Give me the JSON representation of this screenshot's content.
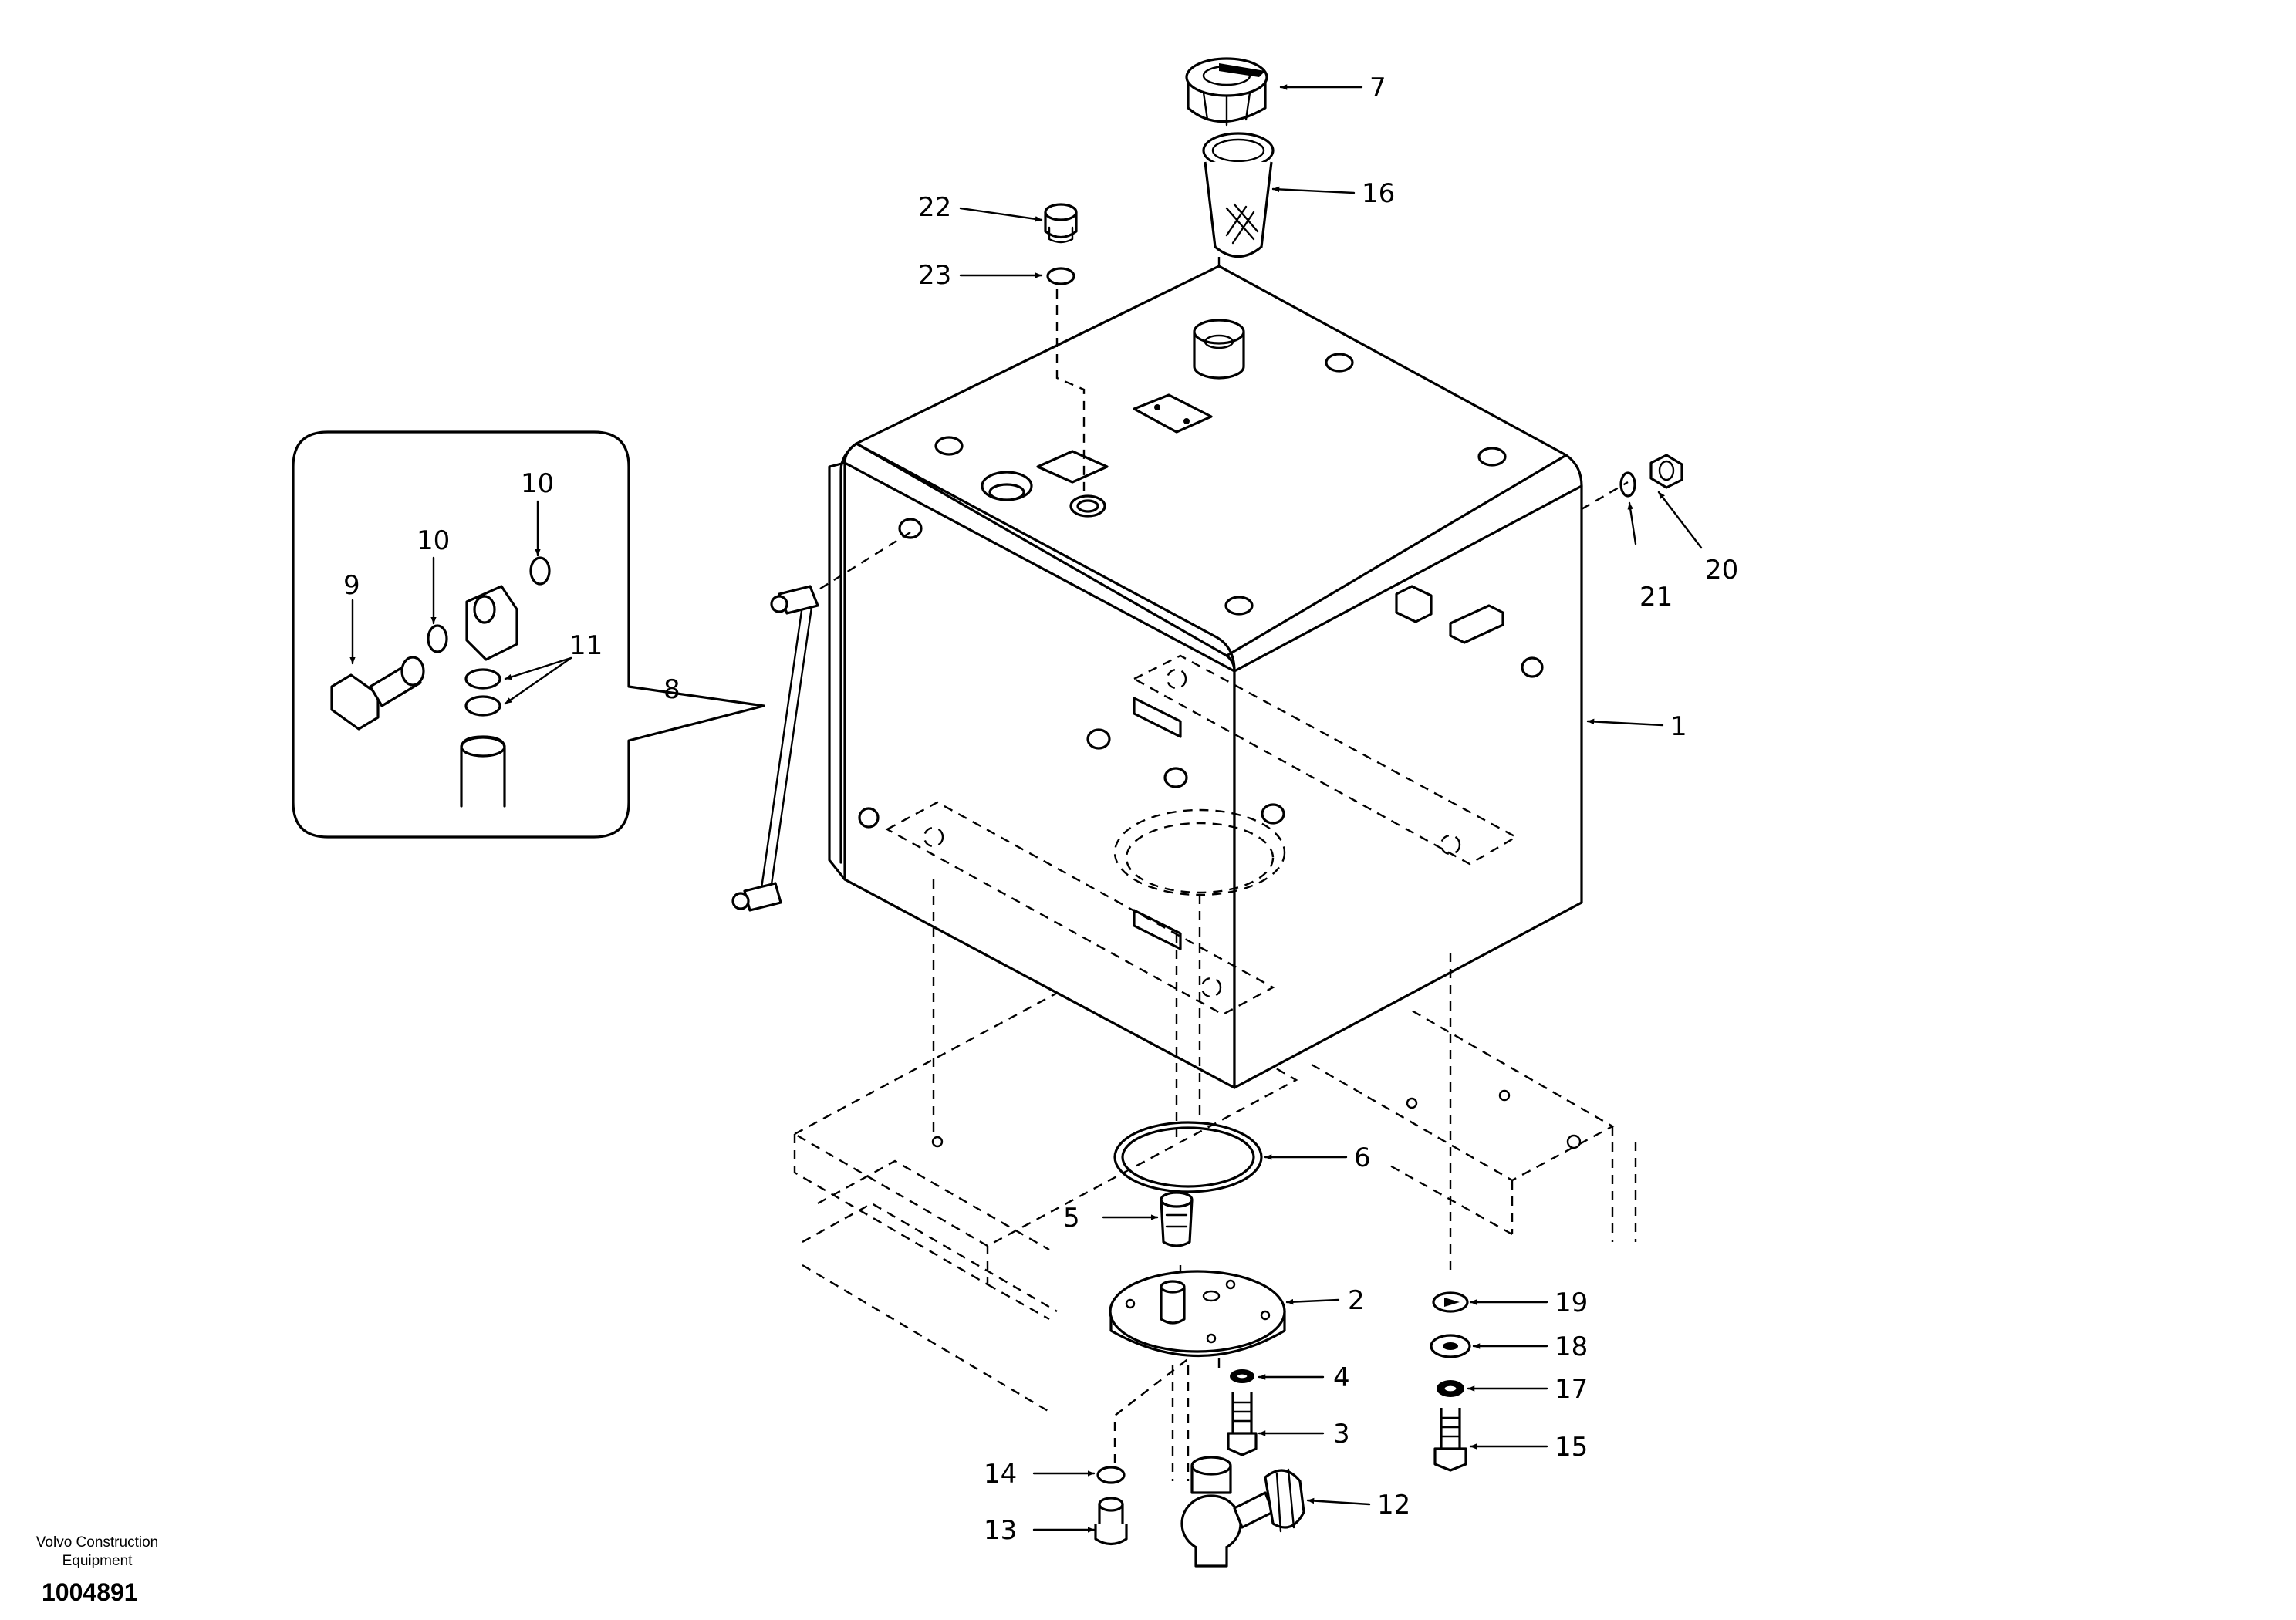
{
  "parts": {
    "p1": "1",
    "p2": "2",
    "p3": "3",
    "p4": "4",
    "p5": "5",
    "p6": "6",
    "p7": "7",
    "p8": "8",
    "p9": "9",
    "p10a": "10",
    "p10b": "10",
    "p11": "11",
    "p12": "12",
    "p13": "13",
    "p14": "14",
    "p15": "15",
    "p16": "16",
    "p17": "17",
    "p18": "18",
    "p19": "19",
    "p20": "20",
    "p21": "21",
    "p22": "22",
    "p23": "23"
  },
  "footer": {
    "brand_line1": "Volvo Construction",
    "brand_line2": "Equipment",
    "doc_number": "1004891"
  }
}
